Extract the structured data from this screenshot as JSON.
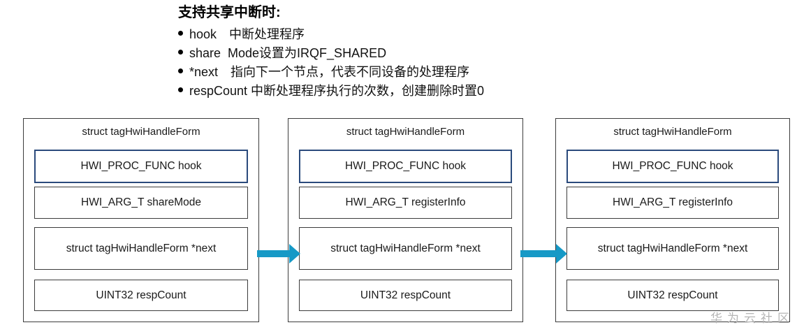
{
  "legend": {
    "title": "支持共享中断时:",
    "bullets": [
      "hook　中断处理程序",
      "share  Mode设置为IRQF_SHARED",
      "*next　指向下一个节点，代表不同设备的处理程序",
      "respCount 中断处理程序执行的次数，创建删除时置0"
    ]
  },
  "diagram": {
    "nodes": [
      {
        "title": "struct tagHwiHandleForm",
        "fields": [
          {
            "label": "HWI_PROC_FUNC hook",
            "highlighted": true
          },
          {
            "label": "HWI_ARG_T shareMode",
            "highlighted": false
          },
          {
            "label": "struct tagHwiHandleForm *next",
            "highlighted": false
          },
          {
            "label": "UINT32 respCount",
            "highlighted": false
          }
        ]
      },
      {
        "title": "struct tagHwiHandleForm",
        "fields": [
          {
            "label": "HWI_PROC_FUNC hook",
            "highlighted": true
          },
          {
            "label": "HWI_ARG_T registerInfo",
            "highlighted": false
          },
          {
            "label": "struct tagHwiHandleForm *next",
            "highlighted": false
          },
          {
            "label": "UINT32 respCount",
            "highlighted": false
          }
        ]
      },
      {
        "title": "struct tagHwiHandleForm",
        "fields": [
          {
            "label": "HWI_PROC_FUNC hook",
            "highlighted": true
          },
          {
            "label": "HWI_ARG_T registerInfo",
            "highlighted": false
          },
          {
            "label": "struct tagHwiHandleForm *next",
            "highlighted": false
          },
          {
            "label": "UINT32 respCount",
            "highlighted": false
          }
        ]
      }
    ],
    "colors": {
      "arrow": "#1699C6",
      "highlight_border": "#2A4A7C",
      "box_border": "#3C3C3C"
    }
  },
  "watermark": "华为云社区"
}
